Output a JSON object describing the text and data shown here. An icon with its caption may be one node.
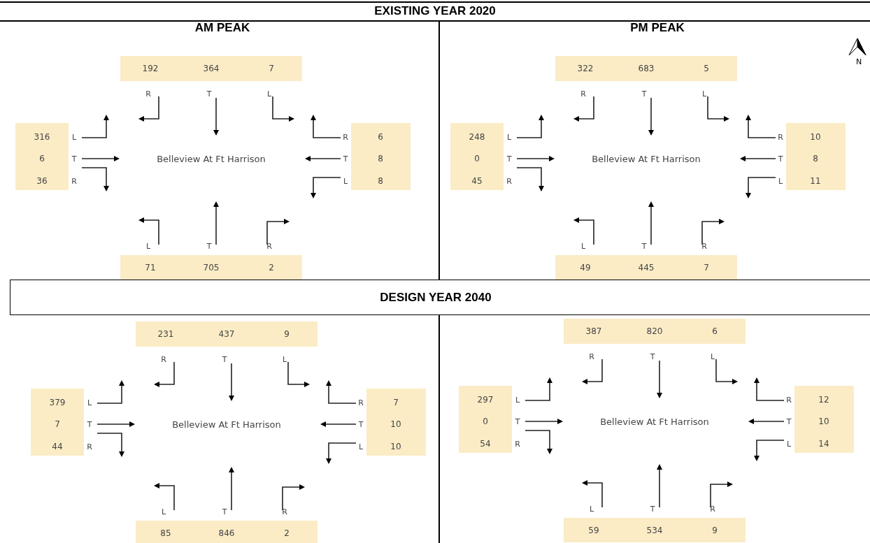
{
  "diagram": {
    "labels": [
      "EXISTING YEAR 2020",
      "AM PEAK",
      "PM PEAK",
      "N",
      "192",
      "364",
      "7",
      "R",
      "T",
      "L",
      "316",
      "L",
      "6",
      "T",
      "36",
      "R",
      "Belleview At Ft Harrison",
      "R",
      "6",
      "T",
      "8",
      "L",
      "8",
      "L",
      "T",
      "R",
      "71",
      "705",
      "2",
      "322",
      "683",
      "5",
      "R",
      "T",
      "L",
      "248",
      "L",
      "0",
      "T",
      "45",
      "R",
      "Belleview At Ft Harrison",
      "R",
      "10",
      "T",
      "8",
      "L",
      "11",
      "L",
      "T",
      "R",
      "49",
      "445",
      "7",
      "DESIGN YEAR 2040",
      "231",
      "437",
      "9",
      "R",
      "T",
      "L",
      "379",
      "L",
      "7",
      "T",
      "44",
      "R",
      "Belleview At Ft Harrison",
      "R",
      "7",
      "T",
      "10",
      "L",
      "10",
      "L",
      "T",
      "R",
      "85",
      "846",
      "2",
      "387",
      "820",
      "6",
      "R",
      "T",
      "L",
      "297",
      "L",
      "0",
      "T",
      "54",
      "R",
      "Belleview At Ft Harrison",
      "R",
      "12",
      "T",
      "10",
      "L",
      "14",
      "L",
      "T",
      "R",
      "59",
      "534",
      "9"
    ]
  }
}
